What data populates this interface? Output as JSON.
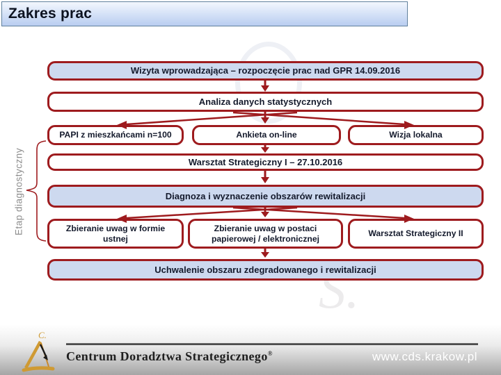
{
  "title": "Zakres prac",
  "stage_label": "Etap diagnostyczny",
  "flow": {
    "box1": "Wizyta wprowadzająca – rozpoczęcie prac nad GPR 14.09.2016",
    "box2": "Analiza danych statystycznych",
    "row3": [
      "PAPI z mieszkańcami n=100",
      "Ankieta on-line",
      "Wizja lokalna"
    ],
    "box4": "Warsztat Strategiczny I – 27.10.2016",
    "box5": "Diagnoza i wyznaczenie obszarów rewitalizacji",
    "row6": [
      "Zbieranie uwag w formie ustnej",
      "Zbieranie uwag w postaci papierowej / elektronicznej",
      "Warsztat Strategiczny II"
    ],
    "box7": "Uchwalenie obszaru zdegradowanego i rewitalizacji"
  },
  "watermarks": {
    "bottom_letter": "S."
  },
  "footer": {
    "logo_letter": "C.",
    "brand": "Centrum Doradztwa Strategicznego",
    "registered_mark": "®",
    "url": "www.cds.krakow.pl"
  },
  "colors": {
    "accent_red": "#9E1B1E",
    "light_blue": "#CDD9EF",
    "navy_text": "#141A2C",
    "gold": "#CF9A33"
  }
}
